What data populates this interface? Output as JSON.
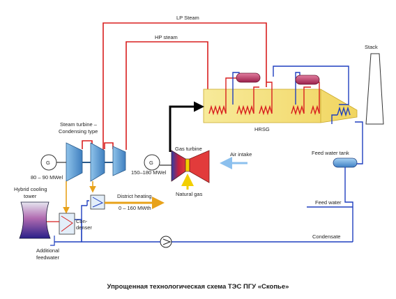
{
  "colors": {
    "steam": "#d81e1e",
    "water": "#1f3fbf",
    "exhaust": "#000000",
    "district": "#e8a21a",
    "air": "#8cc0ee",
    "gas": "#f2cf00",
    "hrsg_fill": "#f4e07c",
    "turbine": "#5aa2d8"
  },
  "labels": {
    "lp_steam": "LP Steam",
    "hp_steam": "HP steam",
    "stack": "Stack",
    "hrsg": "HRSG",
    "steam_turbine_1": "Steam turbine –",
    "steam_turbine_2": "Condensing type",
    "generator_1_symbol": "G",
    "generator_1_power": "80 – 90 MWel",
    "generator_2_symbol": "G",
    "generator_2_power": "150–180 MWel",
    "gas_turbine": "Gas turbine",
    "air_intake": "Air intake",
    "natural_gas": "Natural gas",
    "feed_water_tank": "Feed water tank",
    "feed_water": "Feed water",
    "district_heating": "District heating",
    "district_heating_power": "0 – 160 MWth",
    "hybrid_cooling_1": "Hybrid cooling",
    "hybrid_cooling_2": "tower",
    "condenser_1": "Con-",
    "condenser_2": "denser",
    "additional_feedwater_1": "Additional",
    "additional_feedwater_2": "feedwater",
    "condensate": "Condensate"
  },
  "caption": "Упрощенная технологическая схема ТЭС ПГУ «Скопье»"
}
